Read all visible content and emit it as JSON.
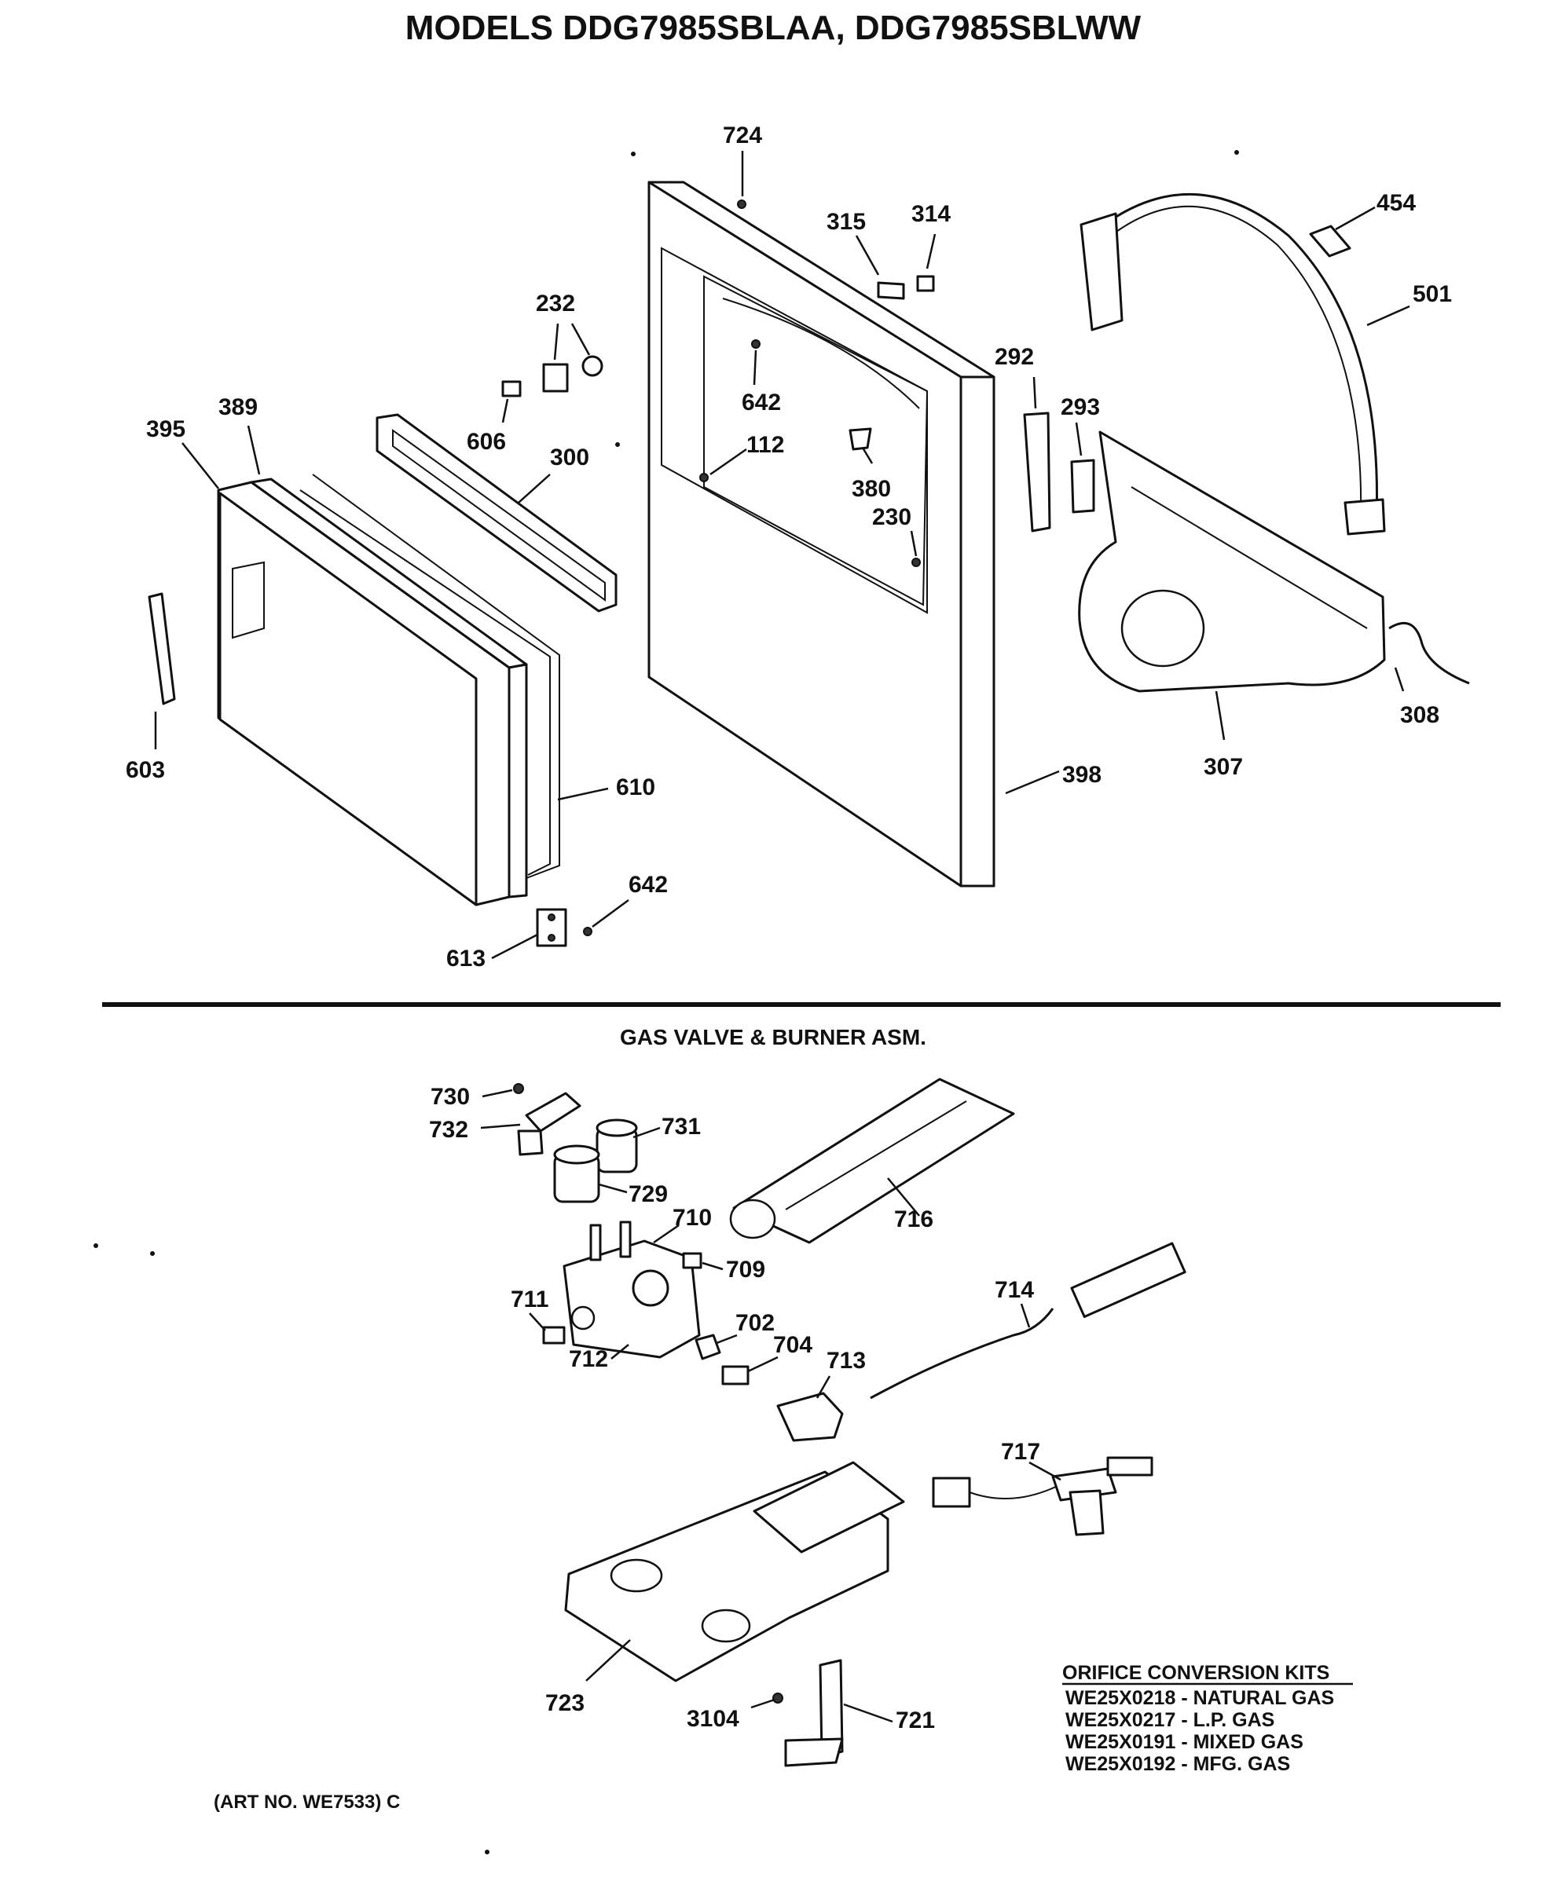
{
  "title": "MODELS DDG7985SBLAA, DDG7985SBLWW",
  "section_title": "GAS VALVE & BURNER ASM.",
  "callouts": {
    "c724": "724",
    "c315": "315",
    "c314": "314",
    "c454": "454",
    "c501": "501",
    "c232": "232",
    "c292": "292",
    "c293": "293",
    "c642a": "642",
    "c389": "389",
    "c395": "395",
    "c606": "606",
    "c112": "112",
    "c300": "300",
    "c380": "380",
    "c230": "230",
    "c308": "308",
    "c603": "603",
    "c307": "307",
    "c398": "398",
    "c610": "610",
    "c642b": "642",
    "c613": "613",
    "c730": "730",
    "c732": "732",
    "c731": "731",
    "c729": "729",
    "c710": "710",
    "c716": "716",
    "c709": "709",
    "c711": "711",
    "c714": "714",
    "c702": "702",
    "c712": "712",
    "c704": "704",
    "c713": "713",
    "c717": "717",
    "c723": "723",
    "c3104": "3104",
    "c721": "721"
  },
  "orifice_kits": {
    "heading": "ORIFICE CONVERSION KITS",
    "items": [
      "WE25X0218 - NATURAL GAS",
      "WE25X0217 - L.P. GAS",
      "WE25X0191 - MIXED GAS",
      "WE25X0192 - MFG. GAS"
    ]
  },
  "art_number": "(ART NO. WE7533) C"
}
